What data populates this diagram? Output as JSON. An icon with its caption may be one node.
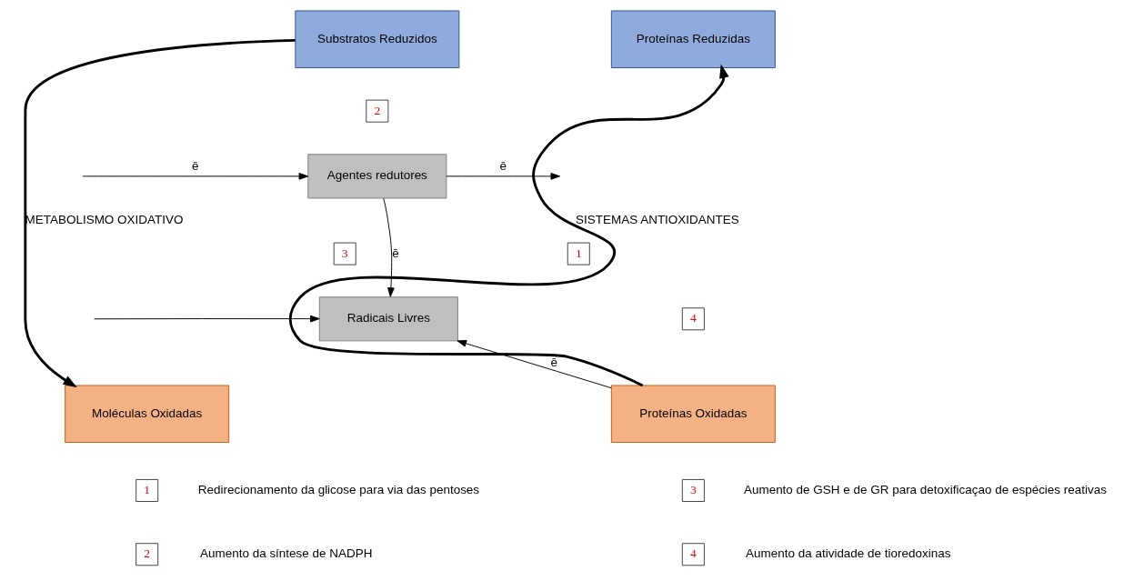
{
  "diagram": {
    "nodes": [
      {
        "text": [
          "Substratos Reduzidos"
        ]
      },
      {
        "text": [
          "Proteínas Reduzidas"
        ]
      },
      {
        "text": [
          "2"
        ]
      },
      {
        "text": [
          "Agentes redutores"
        ]
      },
      {
        "text": [
          "1"
        ]
      },
      {
        "text": [
          "3"
        ]
      },
      {
        "text": [
          "Radicais Livres"
        ]
      },
      {
        "text": [
          "4"
        ]
      },
      {
        "text": [
          "Moléculas Oxidadas"
        ]
      },
      {
        "text": [
          "Proteínas Oxidadas"
        ]
      },
      {
        "text": [
          "1"
        ],
        "beside": [
          "Redirecionamento da glicose para via das pentoses"
        ]
      },
      {
        "text": [
          "3"
        ],
        "beside": [
          "Aumento de GSH e de GR para detoxificaçao de espécies reativas"
        ]
      },
      {
        "text": [
          "2"
        ],
        "beside": [
          "Aumento da síntese de NADPH"
        ]
      },
      {
        "text": [
          "4"
        ],
        "beside": [
          "Aumento da atividade de tioredoxinas"
        ]
      }
    ],
    "edges": [
      {
        "from": 0,
        "to": 8,
        "arrow": "to",
        "style": "thick",
        "label": "METABOLISMO OXIDATIVO"
      },
      {
        "from": null,
        "to": 3,
        "arrow": "to",
        "label": "ē"
      },
      {
        "from": null,
        "to": 6,
        "arrow": "to"
      },
      {
        "from": 3,
        "to": null,
        "arrow": "to",
        "label": "ē"
      },
      {
        "from": 3,
        "to": 6,
        "arrow": "to",
        "label": "ē"
      },
      {
        "from": 9,
        "to": 6,
        "arrow": "to",
        "label": "ē"
      },
      {
        "from": 9,
        "to": 1,
        "arrow": "to",
        "style": "thick",
        "label": "SISTEMAS ANTIOXIDANTES"
      }
    ]
  }
}
